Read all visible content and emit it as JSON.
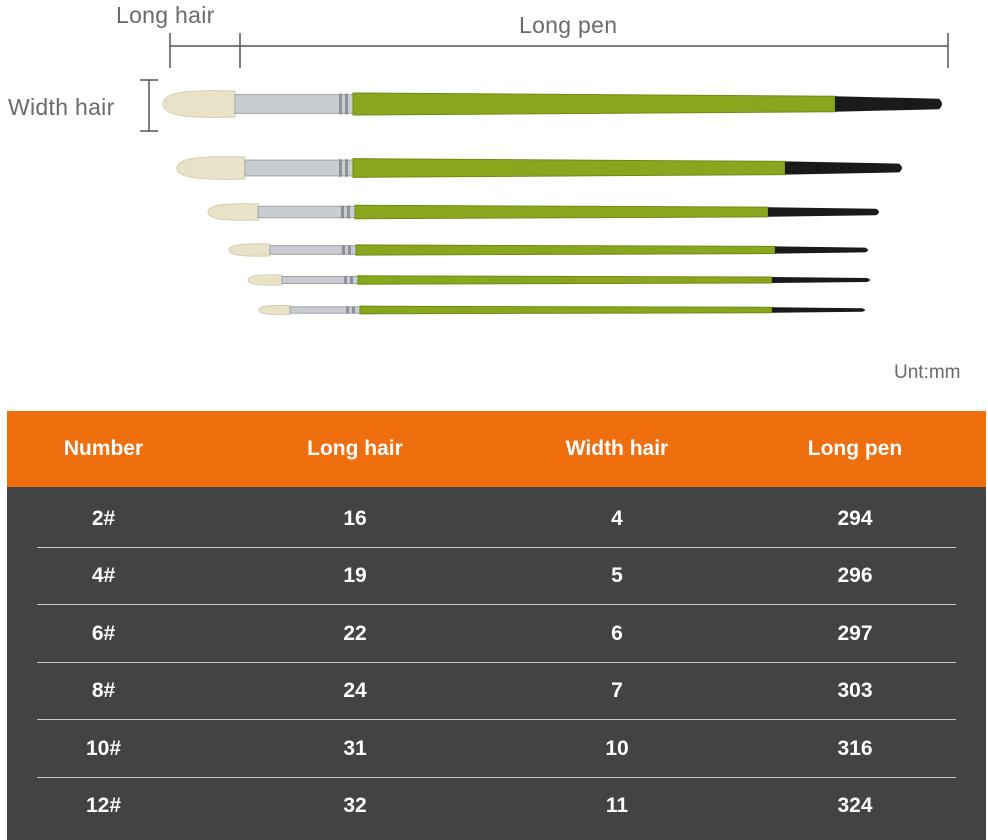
{
  "dimension_labels": {
    "long_hair": "Long hair",
    "long_pen": "Long pen",
    "width_hair": "Width hair",
    "unit": "Unt:mm"
  },
  "brush_colors": {
    "handle": "#8aa61e",
    "handle_dark": "#6f8b12",
    "tip": "#1a1a1a",
    "ferrule": "#c9ccd0",
    "bristle": "#e8e2c8"
  },
  "table": {
    "header_color": "#ef6e0d",
    "body_color": "#434343",
    "columns": [
      "Number",
      "Long hair",
      "Width hair",
      "Long pen"
    ],
    "rows": [
      [
        "2#",
        "16",
        "4",
        "294"
      ],
      [
        "4#",
        "19",
        "5",
        "296"
      ],
      [
        "6#",
        "22",
        "6",
        "297"
      ],
      [
        "8#",
        "24",
        "7",
        "303"
      ],
      [
        "10#",
        "31",
        "10",
        "316"
      ],
      [
        "12#",
        "32",
        "11",
        "324"
      ]
    ]
  }
}
